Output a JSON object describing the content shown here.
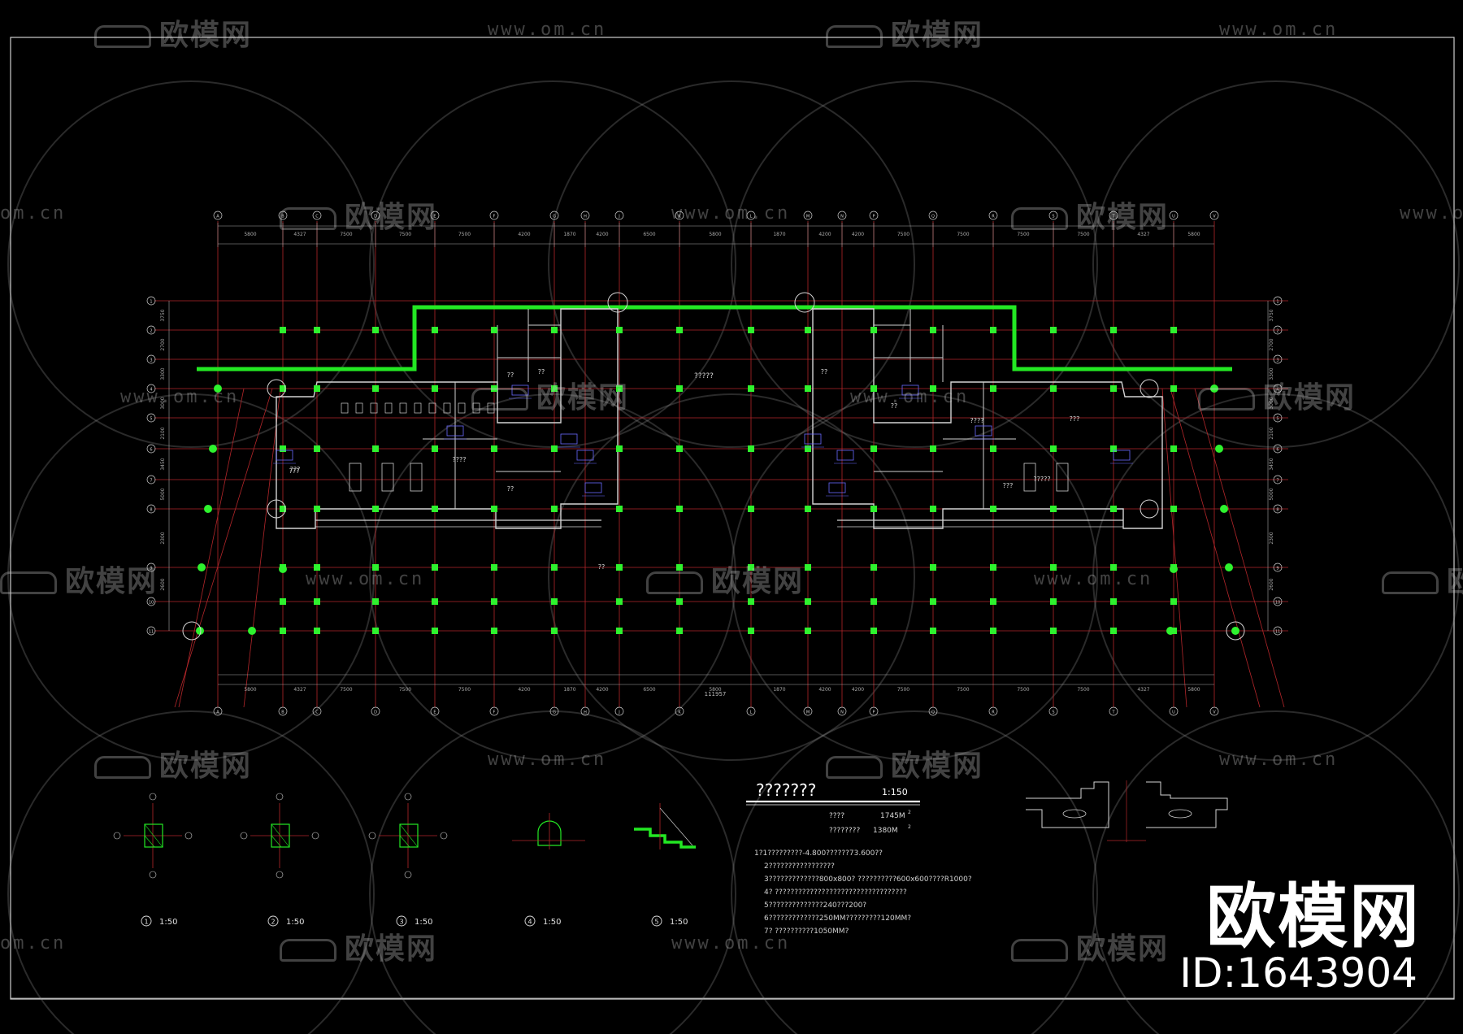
{
  "drawing": {
    "main_room_label": "?????",
    "room_labels": [
      "???",
      "???",
      "????",
      "??",
      "??",
      "??",
      "??",
      "???",
      "????",
      "?????",
      "???",
      "??",
      "??"
    ],
    "axis_labels_top": [
      "A",
      "B",
      "C",
      "D",
      "E",
      "F",
      "G",
      "H",
      "J",
      "K",
      "L",
      "M",
      "N",
      "P",
      "Q",
      "R",
      "S",
      "T",
      "U",
      "V",
      "W",
      "X",
      "Y"
    ],
    "axis_labels_side": [
      "1",
      "2",
      "3",
      "4",
      "5",
      "6",
      "7",
      "8",
      "9",
      "10",
      "11"
    ],
    "top_dimensions": [
      "5800",
      "4327",
      "7500",
      "7500",
      "7500",
      "4200",
      "1870",
      "4200",
      "6500",
      "5800",
      "1870",
      "4200",
      "4200",
      "7500",
      "7500",
      "7500",
      "7500",
      "4327",
      "5800"
    ],
    "bottom_total": "111957",
    "side_dims_left": [
      "3750",
      "2700",
      "3300",
      "3000",
      "2100",
      "3450",
      "5000",
      "2300",
      "2600"
    ]
  },
  "legend": {
    "title": "???????",
    "scale": "1:150",
    "area_1_label": "????",
    "area_1_value": "1745M",
    "area_2_label": "????????",
    "area_2_value": "1380M",
    "sup": "2",
    "notes": [
      "1?1?????????-4.800??????73.600??",
      "2?????????????????",
      "3?????????????800x800?          ??????????600x600????R1000?",
      "4?      ??????????????????????????????????",
      "5??????????????240???200?",
      "6?????????????250MM?????????120MM?",
      "7?          ??????????1050MM?"
    ]
  },
  "details": [
    {
      "num": "1",
      "scale": "1:50"
    },
    {
      "num": "2",
      "scale": "1:50"
    },
    {
      "num": "3",
      "scale": "1:50"
    },
    {
      "num": "4",
      "scale": "1:50"
    },
    {
      "num": "5",
      "scale": "1:50"
    }
  ],
  "watermarks": {
    "logo_text": "欧模网",
    "url_text": "www.om.cn",
    "url_short": "om.cn"
  },
  "brand": {
    "logo": "欧模网",
    "id": "ID:1643904"
  },
  "colors": {
    "background": "#000000",
    "wall_green": "#23e823",
    "column_green": "#2ef22e",
    "grid_red": "#b3262a",
    "dim_gray": "#a8a8a8",
    "annotation_blue": "#6a6aff",
    "frame_white": "#d0d0d0"
  }
}
